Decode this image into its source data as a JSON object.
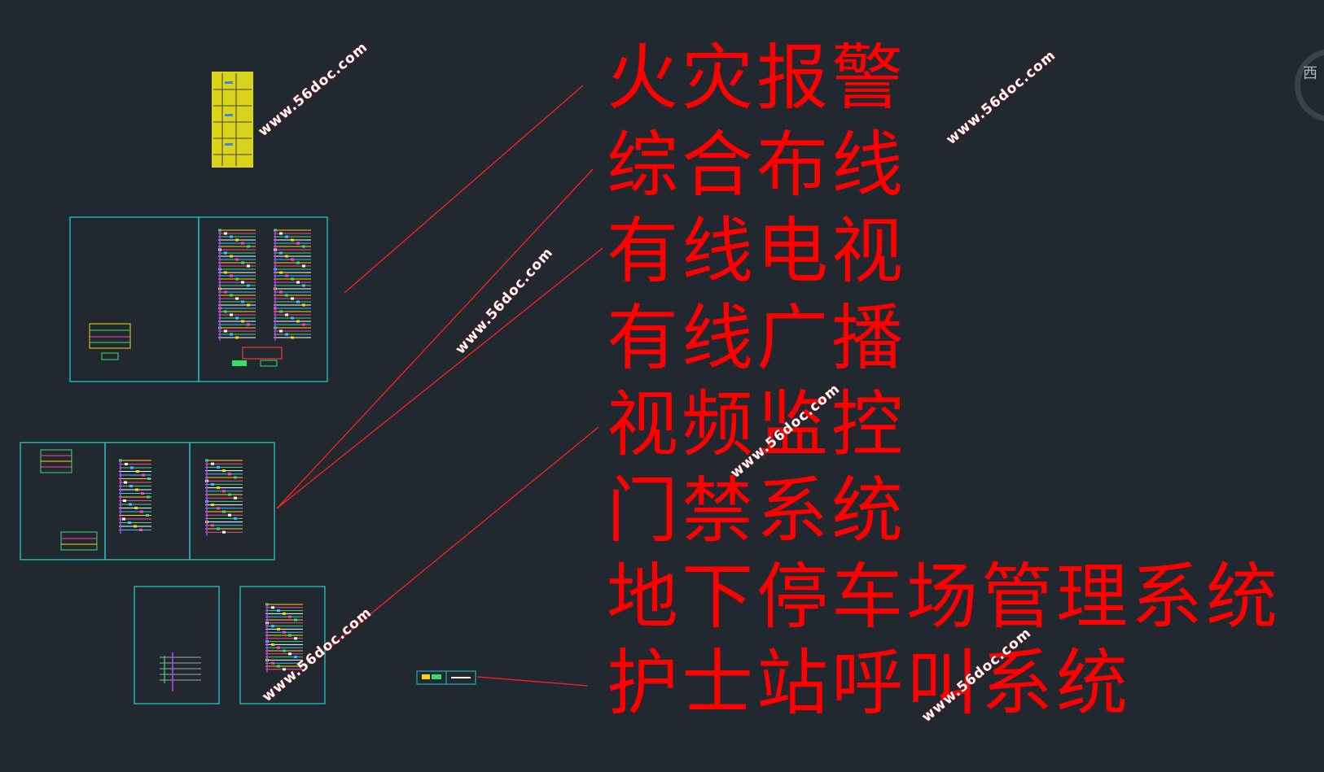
{
  "drawing": {
    "systems": [
      "火灾报警",
      "综合布线",
      "有线电视",
      "有线广播",
      "视频监控",
      "门禁系统",
      "地下停车场管理系统",
      "护士站呼叫系统"
    ],
    "watermark": "www.56doc.com",
    "compass_label": "西",
    "line_color": "#ff2020",
    "frame_color": "#22c7c7",
    "label_color": "#ff0000",
    "background": "#212830"
  }
}
